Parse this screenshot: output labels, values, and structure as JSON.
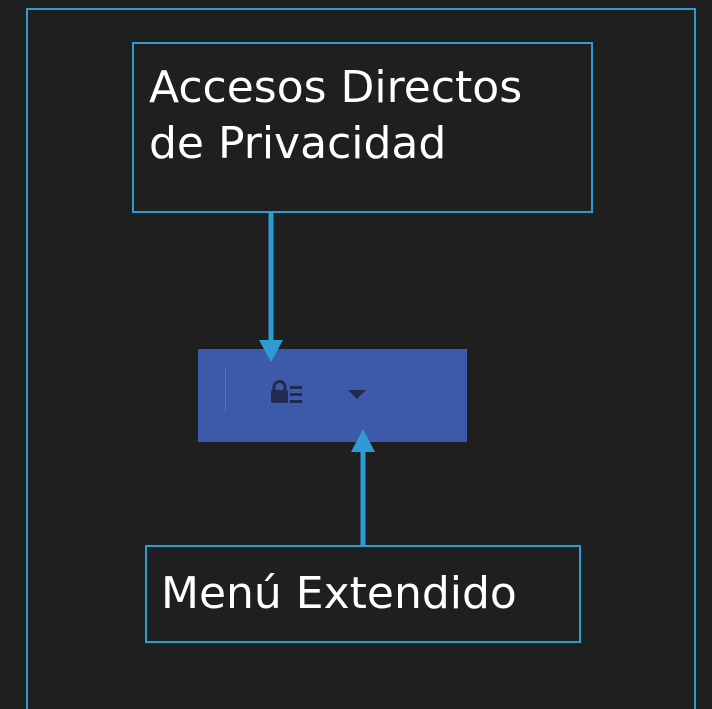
{
  "callouts": {
    "privacy_shortcuts_line1": "Accesos Directos",
    "privacy_shortcuts_line2": "de Privacidad",
    "extended_menu": "Menú Extendido"
  },
  "icons": {
    "lock": "lock-icon",
    "lines": "list-lines-icon",
    "chevron": "chevron-down-icon"
  },
  "colors": {
    "background": "#1f1f1f",
    "accent": "#2f9bd6",
    "toolbar": "#3d59aa",
    "icon": "#202b4f",
    "text": "#ffffff"
  }
}
